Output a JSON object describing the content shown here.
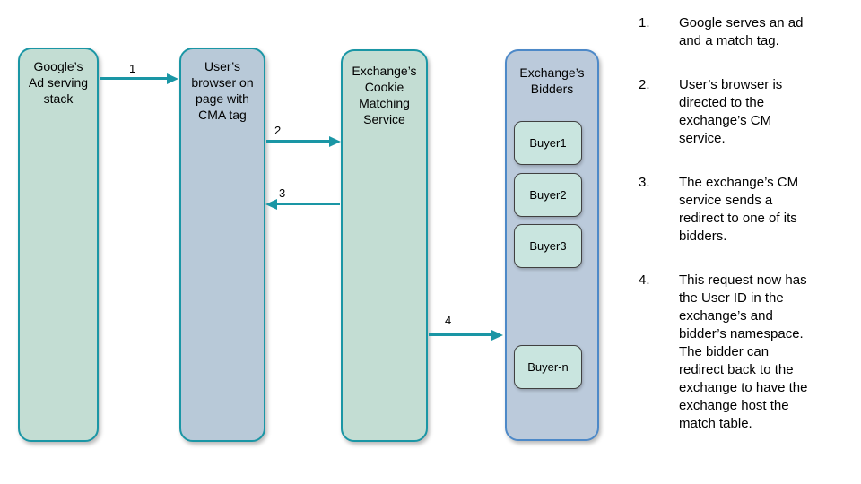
{
  "diagram": {
    "lanes": [
      {
        "id": "google-ad-stack",
        "label": "Google’s\nAd serving\nstack"
      },
      {
        "id": "user-browser",
        "label": "User’s\nbrowser on\npage with\nCMA tag"
      },
      {
        "id": "exchange-cm",
        "label": "Exchange’s\nCookie\nMatching\nService"
      },
      {
        "id": "exchange-bidders",
        "label": "Exchange’s\nBidders"
      }
    ],
    "buyers": [
      "Buyer1",
      "Buyer2",
      "Buyer3",
      "Buyer-n"
    ],
    "arrow_labels": [
      "1",
      "2",
      "3",
      "4"
    ]
  },
  "steps": [
    {
      "num": "1.",
      "text": "Google serves an ad\nand a match tag."
    },
    {
      "num": "2.",
      "text": "User’s browser is\ndirected to the\nexchange’s CM\nservice."
    },
    {
      "num": "3.",
      "text": "The exchange’s CM\nservice sends a\nredirect to one of its\nbidders."
    },
    {
      "num": "4.",
      "text": "This request now has\nthe User ID in the\nexchange’s and\nbidder’s namespace.\nThe bidder can\nredirect back to the\nexchange to have the\nexchange host the\nmatch table."
    }
  ],
  "colors": {
    "teal_accent": "#1a96a5",
    "green_lane_fill": "#c3ddd3",
    "blue_lane_fill": "#b8c9d8",
    "bidders_lane_fill": "#bbcadb",
    "bidders_lane_border": "#4d89c8",
    "buyer_fill": "#c9e5df",
    "buyer_border": "#404040",
    "text": "#000000",
    "background": "#ffffff"
  }
}
